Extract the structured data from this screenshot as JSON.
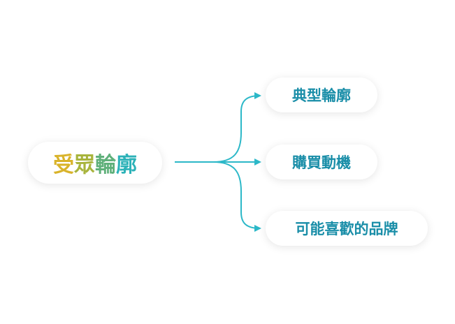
{
  "root": {
    "label_chars": [
      "受",
      "眾",
      "輪",
      "廓"
    ]
  },
  "children": [
    {
      "label": "典型輪廓"
    },
    {
      "label": "購買動機"
    },
    {
      "label": "可能喜歡的品牌"
    }
  ],
  "colors": {
    "connector": "#2cb8c8",
    "child_text": "#1a8ea8",
    "root_gradient": [
      "#d9b32a",
      "#a8b43c",
      "#5fb07a",
      "#2cb2b8"
    ]
  }
}
